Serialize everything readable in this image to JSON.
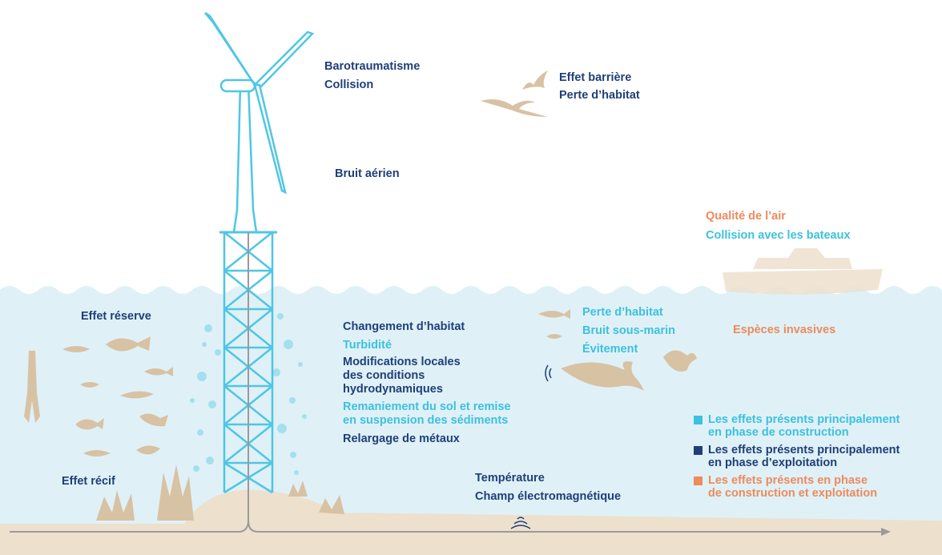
{
  "colors": {
    "dark_navy": "#1f3f78",
    "cyan": "#3cc1df",
    "orange": "#ee8a5c",
    "water": "#dff1f7",
    "sand": "#ede0cd",
    "silhouette": "#d8c2a4"
  },
  "labels": {
    "barotraumatisme": "Barotraumatisme",
    "collision": "Collision",
    "effet_barriere": "Effet barrière",
    "perte_habitat_air": "Perte d’habitat",
    "bruit_aerien": "Bruit aérien",
    "qualite_air": "Qualité de l’air",
    "collision_bateaux": "Collision avec les bateaux",
    "effet_reserve": "Effet réserve",
    "changement_habitat": "Changement d’habitat",
    "turbidite": "Turbidité",
    "modifications_1": "Modifications locales",
    "modifications_2": "des conditions",
    "modifications_3": "hydrodynamiques",
    "remaniement_1": "Remaniement du sol et remise",
    "remaniement_2": "en suspension des sédiments",
    "relargage": "Relargage de métaux",
    "perte_habitat_mer": "Perte d’habitat",
    "bruit_sous_marin": "Bruit sous-marin",
    "evitement": "Évitement",
    "especes_invasives": "Espèces invasives",
    "effet_recif": "Effet récif",
    "temperature": "Température",
    "champ_electro": "Champ électromagnétique"
  },
  "legend": [
    {
      "color_key": "cyan",
      "line1": "Les effets présents principalement",
      "line2": "en phase de construction"
    },
    {
      "color_key": "dark_navy",
      "line1": "Les effets présents principalement",
      "line2": "en phase d’exploitation"
    },
    {
      "color_key": "orange",
      "line1": "Les effets présents en phase",
      "line2": "de construction et exploitation"
    }
  ],
  "icons": [
    "wind-turbine-icon",
    "bat-icon",
    "seagull-icon",
    "ship-icon",
    "fish-icon",
    "squid-icon",
    "dolphin-icon",
    "turtle-icon",
    "sound-wave-icon",
    "coral-icon",
    "cable-icon"
  ]
}
